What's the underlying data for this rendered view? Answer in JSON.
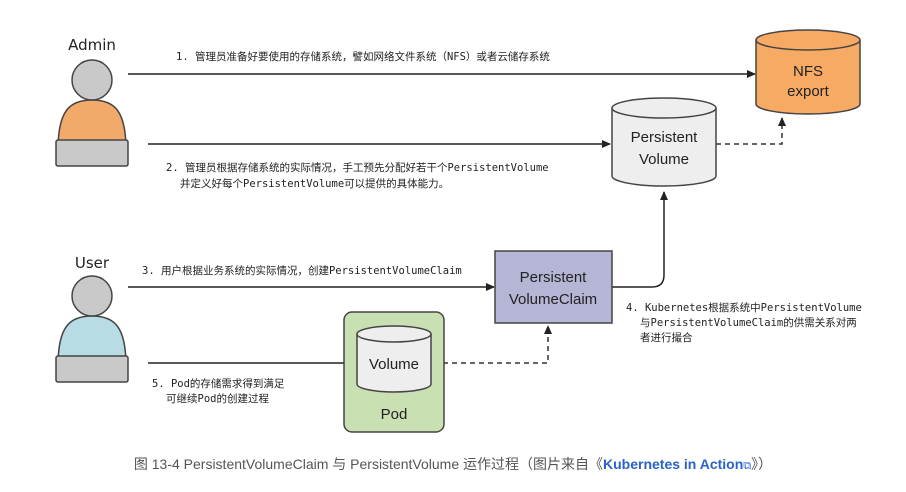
{
  "actors": {
    "admin": "Admin",
    "user": "User"
  },
  "components": {
    "nfs": [
      "NFS",
      "export"
    ],
    "pv": [
      "Persistent",
      "Volume"
    ],
    "pvc": [
      "Persistent",
      "VolumeClaim"
    ],
    "volume": "Volume",
    "pod": "Pod"
  },
  "steps": {
    "s1": "1. 管理员准备好要使用的存储系统，譬如网络文件系统（NFS）或者云储存系统",
    "s2_l1": "2. 管理员根据存储系统的实际情况，手工预先分配好若干个PersistentVolume",
    "s2_l2": "并定义好每个PersistentVolume可以提供的具体能力。",
    "s3": "3. 用户根据业务系统的实际情况，创建PersistentVolumeClaim",
    "s4_l1": "4. Kubernetes根据系统中PersistentVolume",
    "s4_l2": "与PersistentVolumeClaim的供需关系对两",
    "s4_l3": "者进行撮合",
    "s5_l1": "5. Pod的存储需求得到满足",
    "s5_l2": "可继续Pod的创建过程"
  },
  "caption": {
    "prefix": "图 13-4 PersistentVolumeClaim 与 PersistentVolume 运作过程（图片来自《",
    "link": "Kubernetes in Action",
    "suffix": "》）"
  },
  "colors": {
    "nfs_fill": "#f7aa63",
    "pv_fill": "#eeeeee",
    "pvc_fill": "#b5b5d6",
    "pod_fill": "#c8e0b2",
    "admin_body": "#f2aa6a",
    "user_body": "#b8dce4",
    "head": "#c9c9c9",
    "link": "#2a62c9"
  }
}
